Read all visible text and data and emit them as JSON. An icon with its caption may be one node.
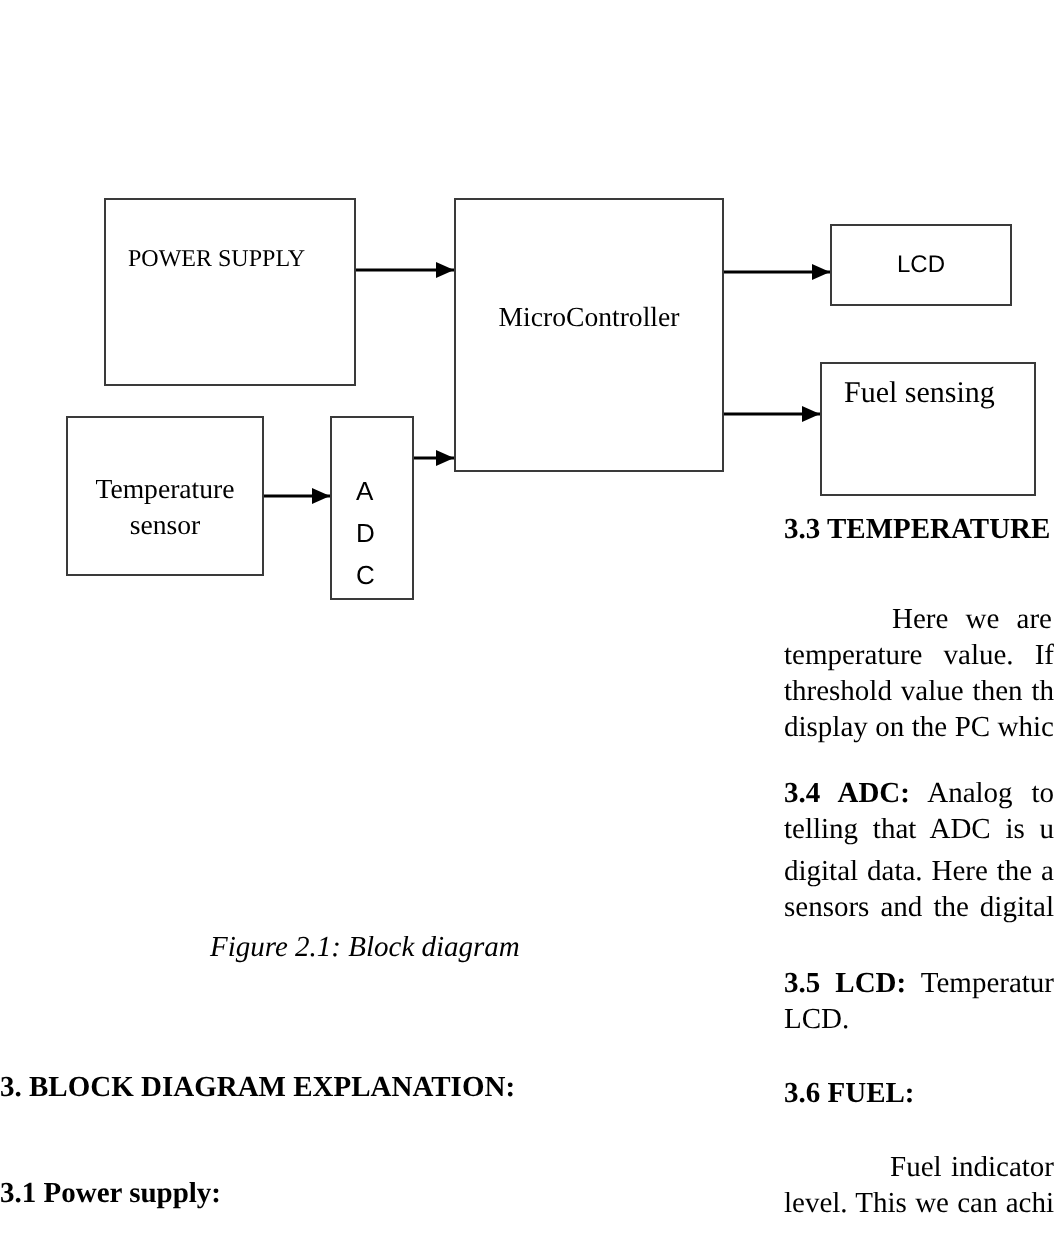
{
  "diagram": {
    "caption": "Figure 2.1: Block diagram",
    "nodes": [
      {
        "text": [
          "POWER SUPPLY"
        ]
      },
      {
        "text": [
          "MicroController"
        ]
      },
      {
        "text": [
          "LCD"
        ]
      },
      {
        "text": [
          "Fuel sensing"
        ]
      },
      {
        "text": [
          "Temperature sensor"
        ]
      },
      {
        "text": [
          "A D C"
        ]
      }
    ],
    "edges": [
      {
        "from": 0,
        "to": 1,
        "arrow": "to"
      },
      {
        "from": 1,
        "to": 2,
        "arrow": "to"
      },
      {
        "from": 1,
        "to": 3,
        "arrow": "to"
      },
      {
        "from": 4,
        "to": 5,
        "arrow": "to"
      },
      {
        "from": 5,
        "to": 1,
        "arrow": "to"
      }
    ],
    "labels": [
      "3. BLOCK DIAGRAM EXPLANATION:",
      "3.1 Power supply:",
      "3.3 TEMPERATURE",
      "Here we are",
      "temperature value. If",
      "threshold value then th",
      "display on the PC whic",
      "**3.4 ADC:** Analog to",
      "telling that ADC is u",
      "digital data. Here the a",
      "sensors and the digital",
      "**3.5 LCD:** Temperatur",
      "LCD.",
      "3.6 FUEL:",
      "Fuel indicator",
      "level. This we can achi"
    ]
  }
}
